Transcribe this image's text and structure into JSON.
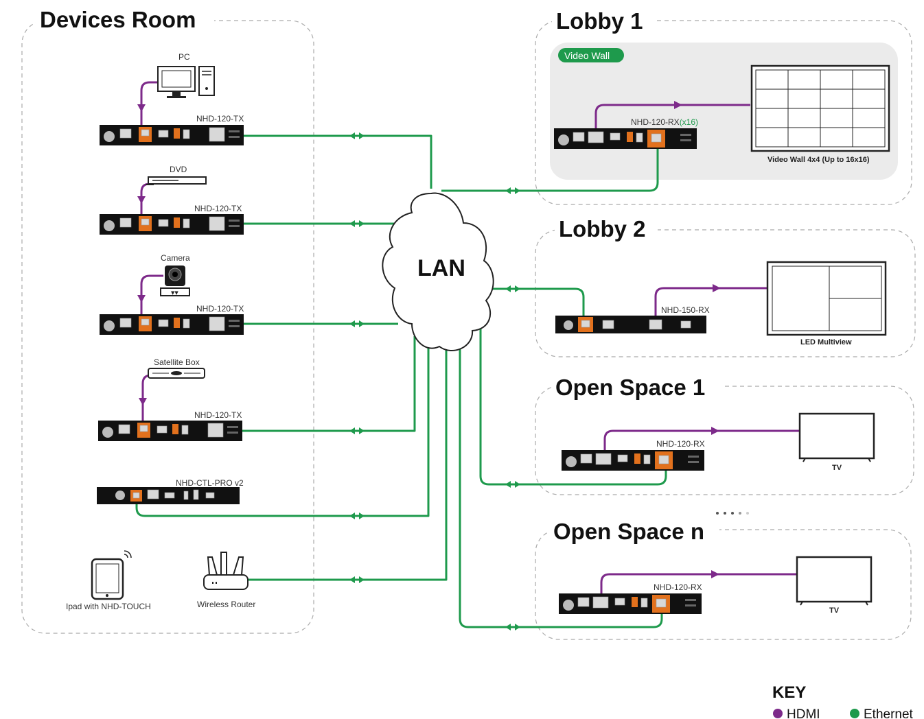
{
  "zones": {
    "devices_room": "Devices Room",
    "lobby1": "Lobby 1",
    "lobby2": "Lobby 2",
    "open_space1": "Open Space 1",
    "open_space_n": "Open Space n"
  },
  "lan": "LAN",
  "sources": {
    "pc": "PC",
    "dvd": "DVD",
    "camera": "Camera",
    "satellite": "Satellite Box"
  },
  "devices": {
    "tx1": "NHD-120-TX",
    "tx2": "NHD-120-TX",
    "tx3": "NHD-120-TX",
    "tx4": "NHD-120-TX",
    "ctl": "NHD-CTL-PRO v2",
    "rx_wall": "NHD-120-RX",
    "rx_wall_count": "(x16)",
    "rx150": "NHD-150-RX",
    "rx_os1": "NHD-120-RX",
    "rx_osn": "NHD-120-RX"
  },
  "extras": {
    "ipad": "Ipad with NHD-TOUCH",
    "router": "Wireless Router"
  },
  "displays": {
    "video_wall_pill": "Video Wall",
    "video_wall_caption": "Video Wall 4x4 (Up to 16x16)",
    "led_multiview": "LED Multiview",
    "tv1": "TV",
    "tvn": "TV"
  },
  "key": {
    "title": "KEY",
    "hdmi": "HDMI",
    "ethernet": "Ethernet"
  },
  "colors": {
    "hdmi": "#7d2a8a",
    "ethernet": "#1e9a4c",
    "port_accent": "#e2711d"
  }
}
